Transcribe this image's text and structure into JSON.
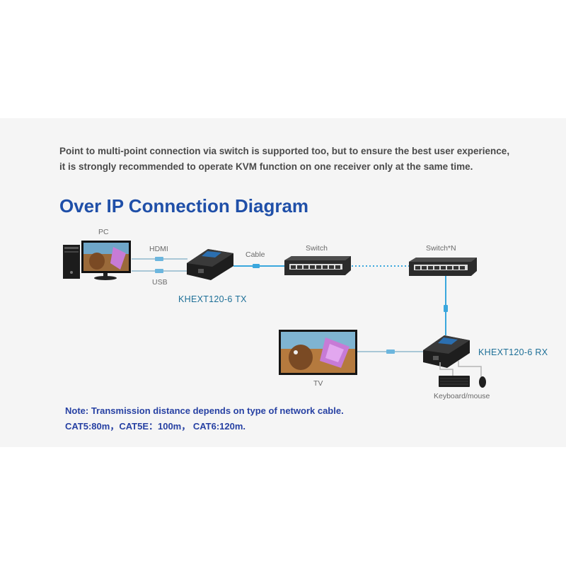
{
  "intro": {
    "line1": "Point to multi-point connection via switch is supported too, but to ensure the best user experience,",
    "line2": "it is strongly recommended to operate KVM function on one receiver only at the same time."
  },
  "title": "Over IP Connection Diagram",
  "labels": {
    "pc": "PC",
    "hdmi": "HDMI",
    "usb": "USB",
    "cable": "Cable",
    "switch": "Switch",
    "switch_n": "Switch*N",
    "tv": "TV",
    "keyboard_mouse": "Keyboard/mouse",
    "tx": "KHEXT120-6 TX",
    "rx": "KHEXT120-6 RX"
  },
  "note": {
    "line1": "Note: Transmission distance depends on type of network cable.",
    "line2": "CAT5:80m，CAT5E：100m， CAT6:120m."
  },
  "colors": {
    "title": "#1f4fa8",
    "note": "#2741a3",
    "device_label": "#1d6f97",
    "cable": "#3aa7dd",
    "hdmi_cable": "#a9c7d6"
  },
  "icons": [
    "pc-tower-icon",
    "monitor-icon",
    "tx-extender-icon",
    "switch-icon",
    "rx-extender-icon",
    "tv-icon",
    "keyboard-icon",
    "mouse-icon"
  ]
}
